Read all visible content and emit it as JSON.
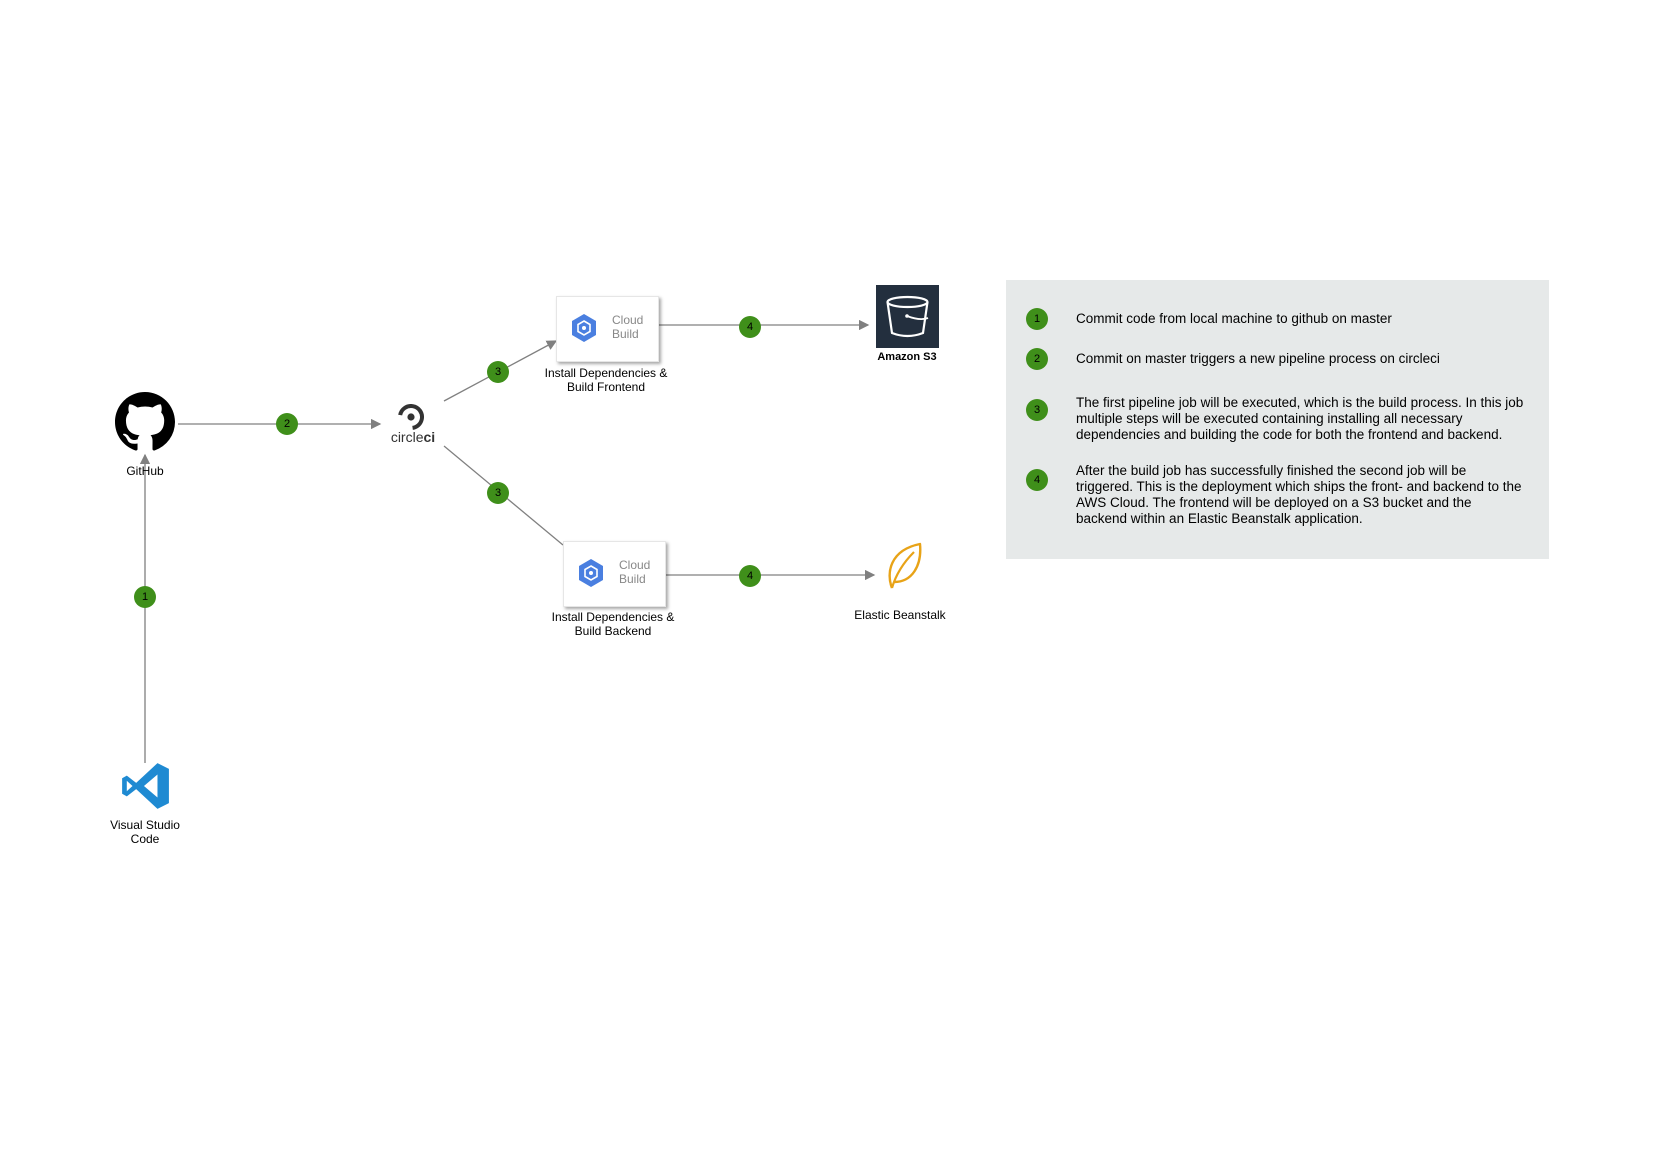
{
  "nodes": {
    "github": {
      "label": "GitHub"
    },
    "vscode": {
      "label_line1": "Visual Studio",
      "label_line2": "Code"
    },
    "circleci": {
      "label_thin": "circle",
      "label_bold": "ci"
    },
    "frontend_build": {
      "service_line1": "Cloud",
      "service_line2": "Build",
      "label_line1": "Install Dependencies &",
      "label_line2": "Build Frontend"
    },
    "backend_build": {
      "service_line1": "Cloud",
      "service_line2": "Build",
      "label_line1": "Install Dependencies &",
      "label_line2": "Build Backend"
    },
    "s3": {
      "label": "Amazon S3"
    },
    "beanstalk": {
      "label": "Elastic Beanstalk"
    }
  },
  "step_badges": {
    "vscode_to_github": "1",
    "github_to_circleci": "2",
    "circleci_to_frontend": "3",
    "circleci_to_backend": "3",
    "frontend_to_s3": "4",
    "backend_to_beanstalk": "4"
  },
  "legend": {
    "items": [
      {
        "number": "1",
        "text": "Commit code from local machine to github on master"
      },
      {
        "number": "2",
        "text": "Commit on master triggers a new pipeline process on circleci"
      },
      {
        "number": "3",
        "text": "The first pipeline job will be executed, which is the build process. In this job multiple steps will be executed containing installing all necessary dependencies and building the code for both the frontend and backend."
      },
      {
        "number": "4",
        "text": "After the build job has successfully finished the second job will be triggered. This is the deployment which ships the front- and backend to the AWS Cloud. The frontend will be deployed on a S3 bucket and the backend within an Elastic Beanstalk application."
      }
    ]
  },
  "colors": {
    "badge": "#3f8f1a",
    "connector": "#808080",
    "legend_bg": "#e6e9e9",
    "s3_bg": "#232f3e",
    "cloud_build_blue": "#4a7fe0",
    "vscode_blue": "#1f8ad2",
    "beanstalk_orange": "#e8a317"
  }
}
